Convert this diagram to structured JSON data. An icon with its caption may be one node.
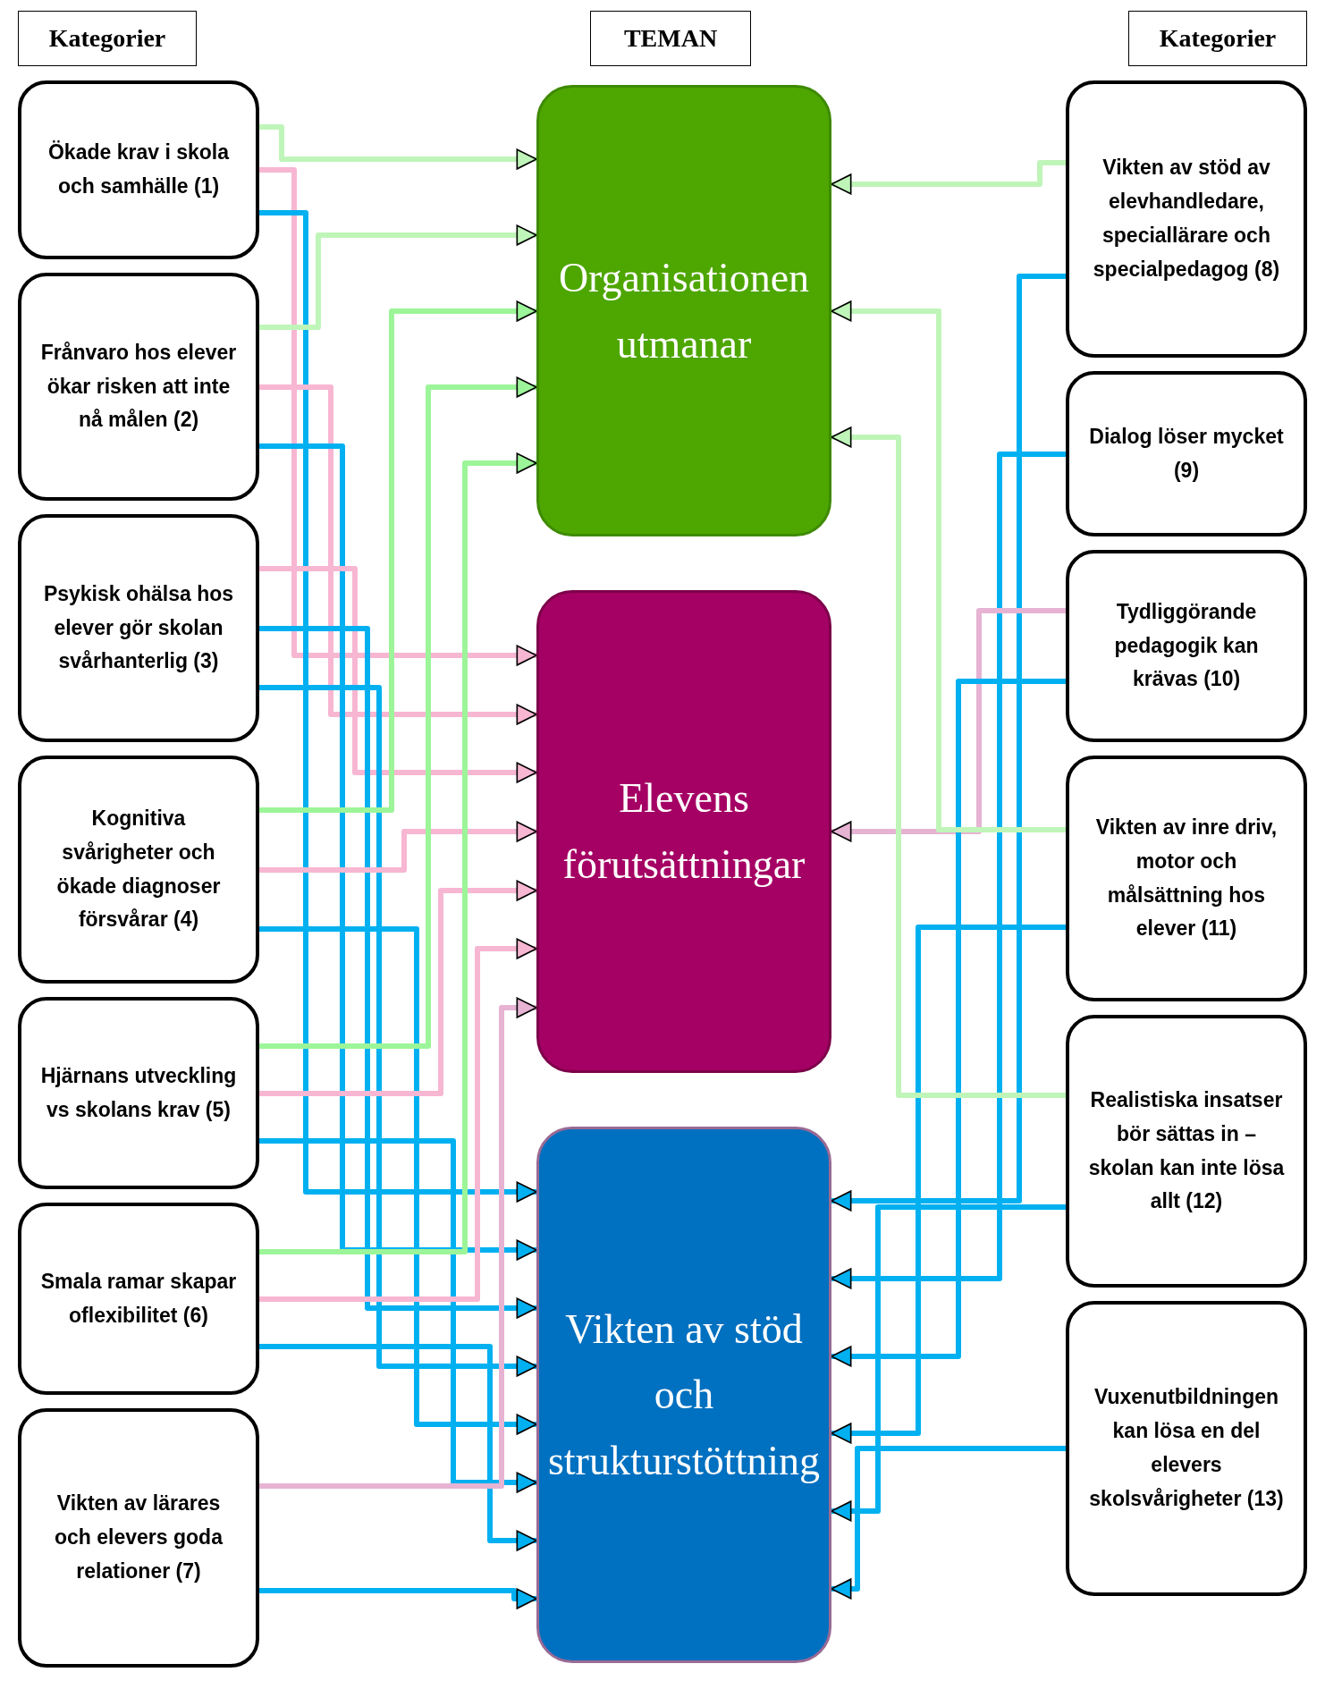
{
  "diagram": {
    "nodes": [
      {
        "text": [
          "Kategorier"
        ]
      },
      {
        "text": [
          "TEMAN"
        ]
      },
      {
        "text": [
          "Kategorier"
        ]
      },
      {
        "text": [
          "Ökade krav i skola och samhälle (1)"
        ]
      },
      {
        "text": [
          "Frånvaro hos elever ökar risken att inte nå målen (2)"
        ]
      },
      {
        "text": [
          "Psykisk ohälsa hos elever gör skolan svårhanterlig (3)"
        ]
      },
      {
        "text": [
          "Kognitiva svårigheter och ökade diagnoser försvårar (4)"
        ]
      },
      {
        "text": [
          "Hjärnans utveckling vs skolans krav (5)"
        ]
      },
      {
        "text": [
          "Smala ramar skapar oflexibilitet (6)"
        ]
      },
      {
        "text": [
          "Vikten av lärares och elevers goda relationer (7)"
        ]
      },
      {
        "text": [
          "Organisationen utmanar"
        ]
      },
      {
        "text": [
          "Elevens förutsättningar"
        ]
      },
      {
        "text": [
          "Vikten av stöd och strukturstöttning"
        ]
      },
      {
        "text": [
          "Vikten av stöd av elevhandledare, speciallärare och specialpedagog (8)"
        ]
      },
      {
        "text": [
          "Dialog löser mycket (9)"
        ]
      },
      {
        "text": [
          "Tydliggörande pedagogik kan krävas (10)"
        ]
      },
      {
        "text": [
          "Vikten av inre driv, motor och målsättning hos elever (11)"
        ]
      },
      {
        "text": [
          "Realistiska insatser bör sättas in – skolan kan inte lösa allt (12)"
        ]
      },
      {
        "text": [
          "Vuxenutbildningen kan lösa en del elevers skolsvårigheter (13)"
        ]
      }
    ],
    "edges": [
      {
        "from": 3,
        "to": 10,
        "arrow": "to",
        "color": "#bff5b8"
      },
      {
        "from": 3,
        "to": 11,
        "arrow": "to",
        "color": "#f7b6d2"
      },
      {
        "from": 3,
        "to": 12,
        "arrow": "to"
      },
      {
        "from": 4,
        "to": 10,
        "arrow": "to",
        "color": "#bff5b8"
      },
      {
        "from": 4,
        "to": 11,
        "arrow": "to",
        "color": "#f7b6d2"
      },
      {
        "from": 4,
        "to": 12,
        "arrow": "to"
      },
      {
        "from": 5,
        "to": 11,
        "arrow": "to",
        "color": "#f7b6d2"
      },
      {
        "from": 5,
        "to": 12,
        "arrow": "to"
      },
      {
        "from": 5,
        "to": 12,
        "arrow": "to"
      },
      {
        "from": 6,
        "to": 10,
        "arrow": "to",
        "color": "#9cf598"
      },
      {
        "from": 6,
        "to": 11,
        "arrow": "to",
        "color": "#f7b6d2"
      },
      {
        "from": 6,
        "to": 12,
        "arrow": "to"
      },
      {
        "from": 7,
        "to": 10,
        "arrow": "to",
        "color": "#9cf598"
      },
      {
        "from": 7,
        "to": 11,
        "arrow": "to",
        "color": "#f7b6d2"
      },
      {
        "from": 7,
        "to": 12,
        "arrow": "to"
      },
      {
        "from": 8,
        "to": 10,
        "arrow": "to",
        "color": "#9cf598"
      },
      {
        "from": 8,
        "to": 11,
        "arrow": "to",
        "color": "#f7b6d2"
      },
      {
        "from": 8,
        "to": 12,
        "arrow": "to"
      },
      {
        "from": 9,
        "to": 11,
        "arrow": "to",
        "color": "#e6b3d3"
      },
      {
        "from": 9,
        "to": 12,
        "arrow": "to"
      },
      {
        "from": 13,
        "to": 10,
        "arrow": "to",
        "color": "#bff5b8"
      },
      {
        "from": 13,
        "to": 12,
        "arrow": "to"
      },
      {
        "from": 14,
        "to": 12,
        "arrow": "to"
      },
      {
        "from": 15,
        "to": 11,
        "arrow": "to",
        "color": "#e6b3d3"
      },
      {
        "from": 15,
        "to": 12,
        "arrow": "to"
      },
      {
        "from": 16,
        "to": 10,
        "arrow": "to",
        "color": "#bff5b8"
      },
      {
        "from": 16,
        "to": 12,
        "arrow": "to"
      },
      {
        "from": 17,
        "to": 10,
        "arrow": "to",
        "color": "#bff5b8"
      },
      {
        "from": 17,
        "to": 12,
        "arrow": "to"
      },
      {
        "from": 18,
        "to": 12,
        "arrow": "to"
      }
    ]
  }
}
